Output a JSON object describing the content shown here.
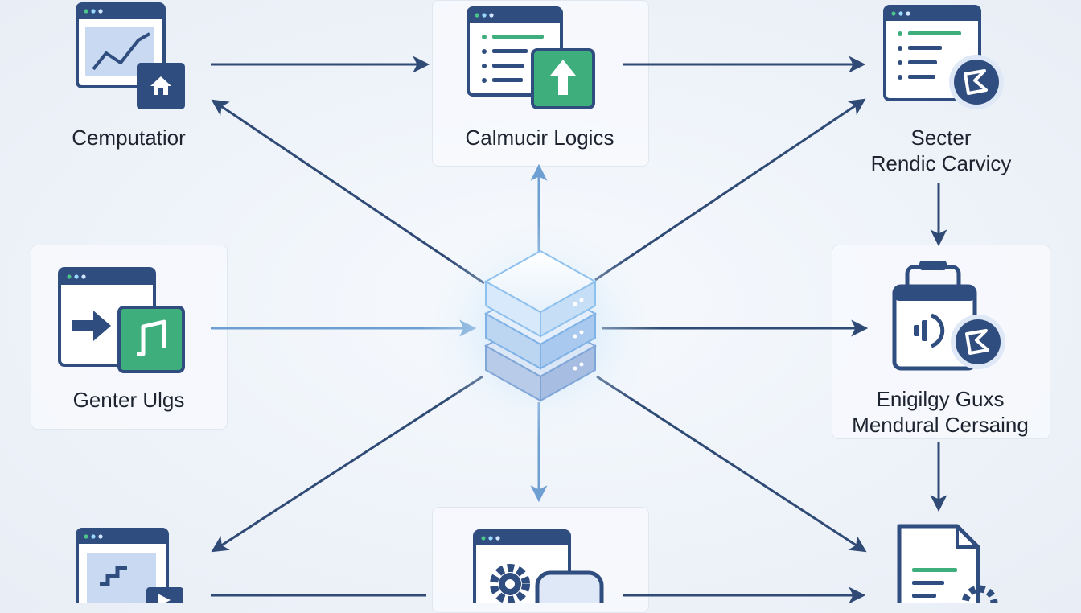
{
  "nodes": {
    "computation": {
      "label": "Cemputatior"
    },
    "calc_logics": {
      "label": "Calmucir Logics"
    },
    "sector": {
      "line1": "Secter",
      "line2": "Rendic Carvicy"
    },
    "center_ulgs": {
      "label": "Genter Ulgs"
    },
    "engine": {
      "line1": "Enigilgy Guxs",
      "line2": "Mendural Cersaing"
    }
  },
  "colors": {
    "arrow_dark": "#2e4a75",
    "arrow_light": "#6d9fd2",
    "icon_navy": "#2f4d7e",
    "icon_green": "#3fae7d",
    "hub_glow": "#9fd0f5"
  },
  "icons": [
    "chart-window-icon",
    "list-upload-icon",
    "list-network-icon",
    "arrow-music-window-icon",
    "calendar-sound-icon",
    "stairs-window-icon",
    "gear-chat-window-icon",
    "document-gear-icon",
    "server-stack-hub-icon"
  ]
}
